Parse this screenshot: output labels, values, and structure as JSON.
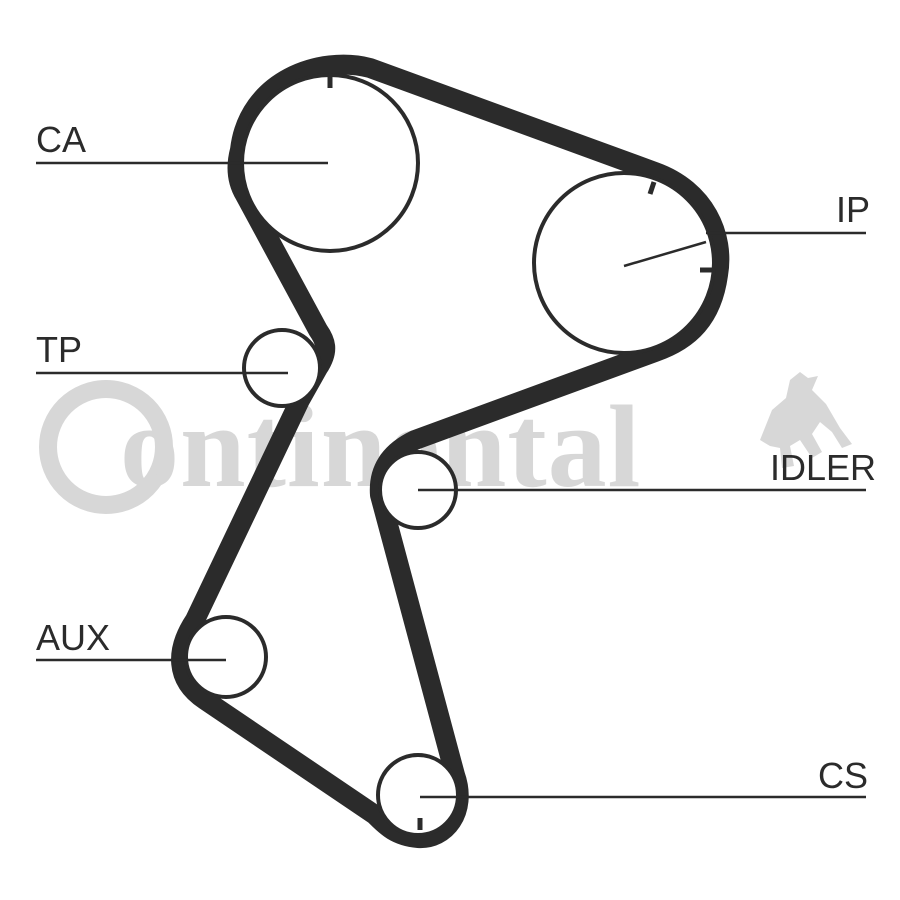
{
  "watermark": {
    "brand_text": "Continental",
    "logo_icon": "rearing-horse-icon"
  },
  "labels": {
    "ca": "CA",
    "ip": "IP",
    "tp": "TP",
    "idler": "IDLER",
    "aux": "AUX",
    "cs": "CS"
  },
  "colors": {
    "belt": "#2b2b2b",
    "watermark": "#d7d7d7",
    "background": "#ffffff"
  }
}
